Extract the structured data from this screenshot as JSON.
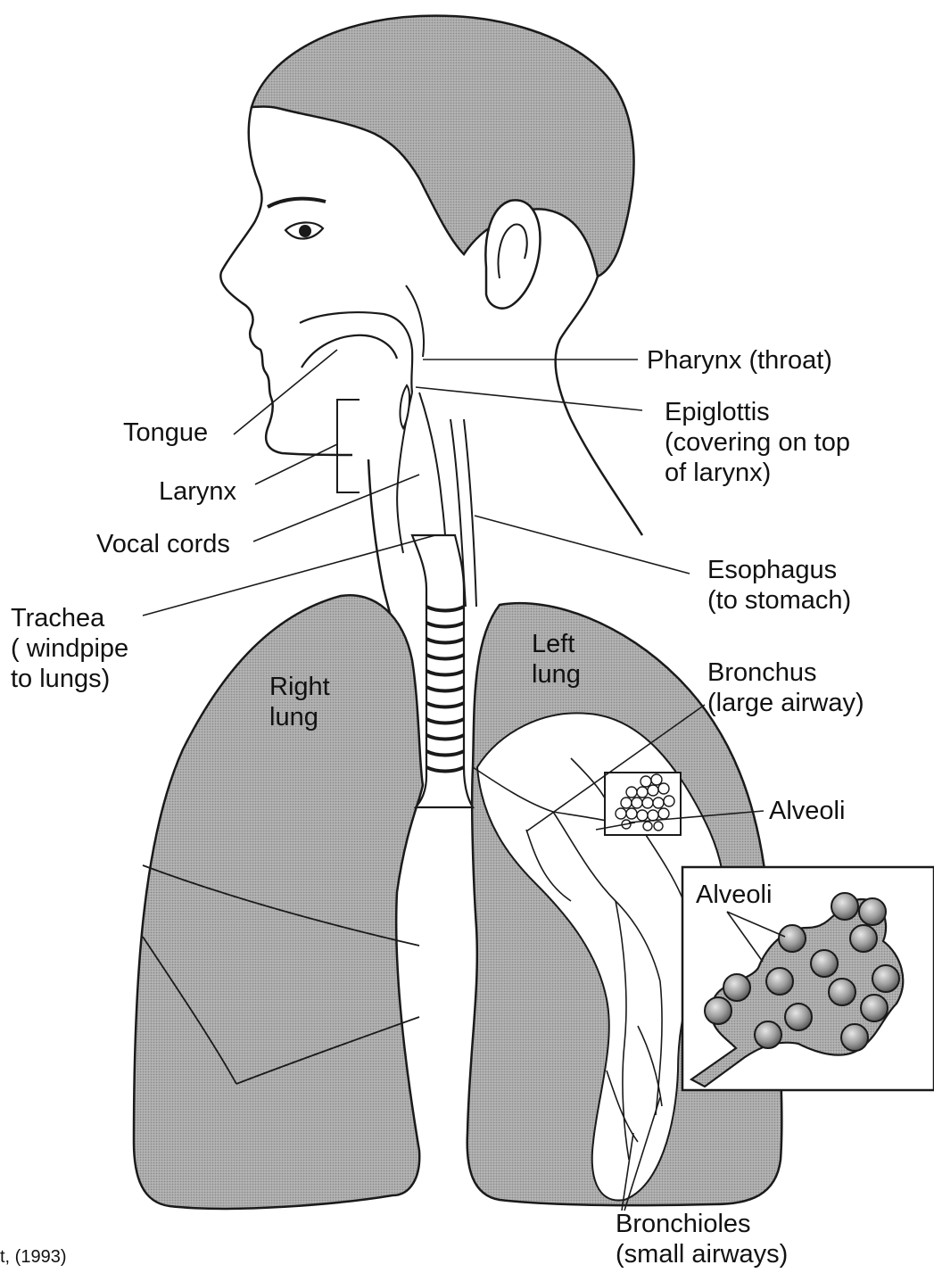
{
  "colors": {
    "ink": "#1a1a1a",
    "hair": "#6e6e6e",
    "lung_fill": "#a9a9a9",
    "alveoli_fill": "#9a9a9a",
    "background": "#ffffff"
  },
  "labels": {
    "pharynx": "Pharynx (throat)",
    "epiglottis": [
      "Epiglottis",
      "(covering on top",
      "of larynx)"
    ],
    "tongue": "Tongue",
    "larynx": "Larynx",
    "vocal_cords": "Vocal cords",
    "esophagus": [
      "Esophagus",
      "(to stomach)"
    ],
    "trachea": [
      "Trachea",
      "( windpipe",
      "to lungs)"
    ],
    "left_lung": [
      "Left",
      "lung"
    ],
    "right_lung": [
      "Right",
      "lung"
    ],
    "bronchus": [
      "Bronchus",
      "(large airway)"
    ],
    "alveoli_main": "Alveoli",
    "alveoli_inset": "Alveoli",
    "bronchioles": [
      "Bronchioles",
      "(small airways)"
    ]
  },
  "credit": "t, (1993)",
  "icons": [
    "head-profile",
    "lungs",
    "trachea-rings",
    "alveoli-cluster"
  ]
}
